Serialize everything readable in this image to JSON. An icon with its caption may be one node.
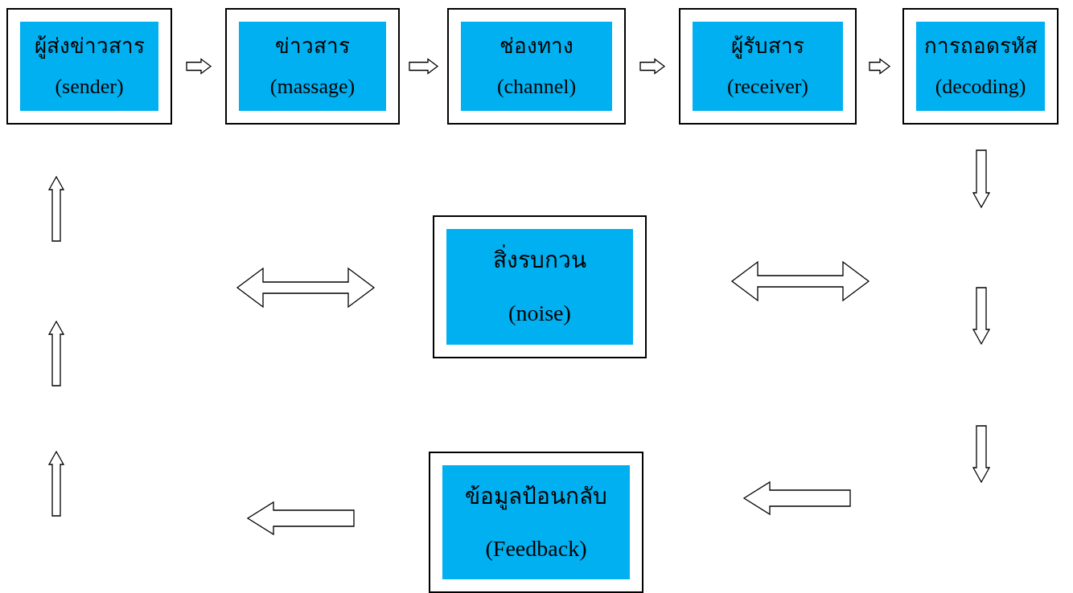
{
  "diagram": {
    "nodes": [
      {
        "text": [
          "ผู้ส่งข่าวสาร",
          "(sender)"
        ]
      },
      {
        "text": [
          "ข่าวสาร",
          "(massage)"
        ]
      },
      {
        "text": [
          "ช่องทาง",
          "(channel)"
        ]
      },
      {
        "text": [
          "ผู้รับสาร",
          "(receiver)"
        ]
      },
      {
        "text": [
          "การถอดรหัส",
          "(decoding)"
        ]
      },
      {
        "text": [
          "สิ่งรบกวน",
          "(noise)"
        ]
      },
      {
        "text": [
          "ข้อมูลป้อนกลับ",
          "(Feedback)"
        ]
      }
    ],
    "edges": [
      {
        "from": 0,
        "to": 1,
        "arrow": "to"
      },
      {
        "from": 1,
        "to": 2,
        "arrow": "to"
      },
      {
        "from": 2,
        "to": 3,
        "arrow": "to"
      },
      {
        "from": 3,
        "to": 4,
        "arrow": "to"
      },
      {
        "from": 4,
        "to": null,
        "arrow": "to"
      }
    ]
  }
}
